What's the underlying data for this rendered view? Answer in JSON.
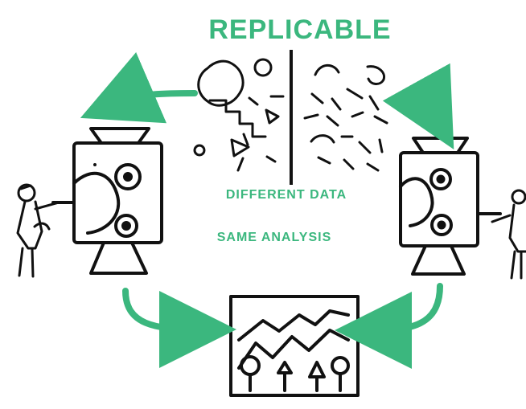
{
  "title": "REPLICABLE",
  "labels": {
    "line1": "DIFFERENT DATA",
    "line2": "SAME ANALYSIS"
  },
  "colors": {
    "accent": "#3bb77e",
    "ink": "#111111",
    "background": "#ffffff"
  },
  "icons": [
    "left-machine-icon",
    "right-machine-icon",
    "person-left-icon",
    "person-right-icon",
    "result-chart-icon",
    "data-shapes-icon",
    "data-scribbles-icon",
    "arrow-icon"
  ]
}
